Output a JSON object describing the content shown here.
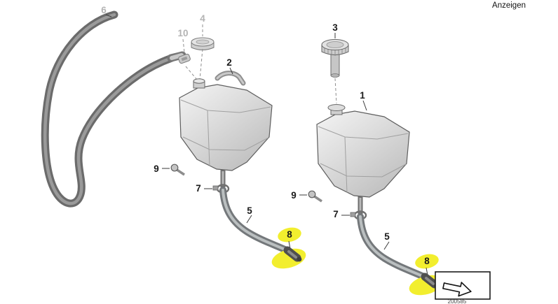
{
  "header": {
    "ads_label": "Anzeigen"
  },
  "diagram": {
    "number": "200585",
    "colors": {
      "callout_active": "#1a1a1a",
      "callout_inactive": "#b3b3b3",
      "highlight": "#f2ee2e"
    },
    "callouts": [
      {
        "label": "6",
        "state": "inactive"
      },
      {
        "label": "4",
        "state": "inactive"
      },
      {
        "label": "10",
        "state": "inactive"
      },
      {
        "label": "2",
        "state": "active"
      },
      {
        "label": "9",
        "state": "active"
      },
      {
        "label": "7",
        "state": "active"
      },
      {
        "label": "5",
        "state": "active"
      },
      {
        "label": "8",
        "state": "highlighted"
      },
      {
        "label": "3",
        "state": "active"
      },
      {
        "label": "1",
        "state": "active"
      },
      {
        "label": "9",
        "state": "active"
      },
      {
        "label": "7",
        "state": "active"
      },
      {
        "label": "5",
        "state": "active"
      },
      {
        "label": "8",
        "state": "highlighted"
      }
    ]
  }
}
